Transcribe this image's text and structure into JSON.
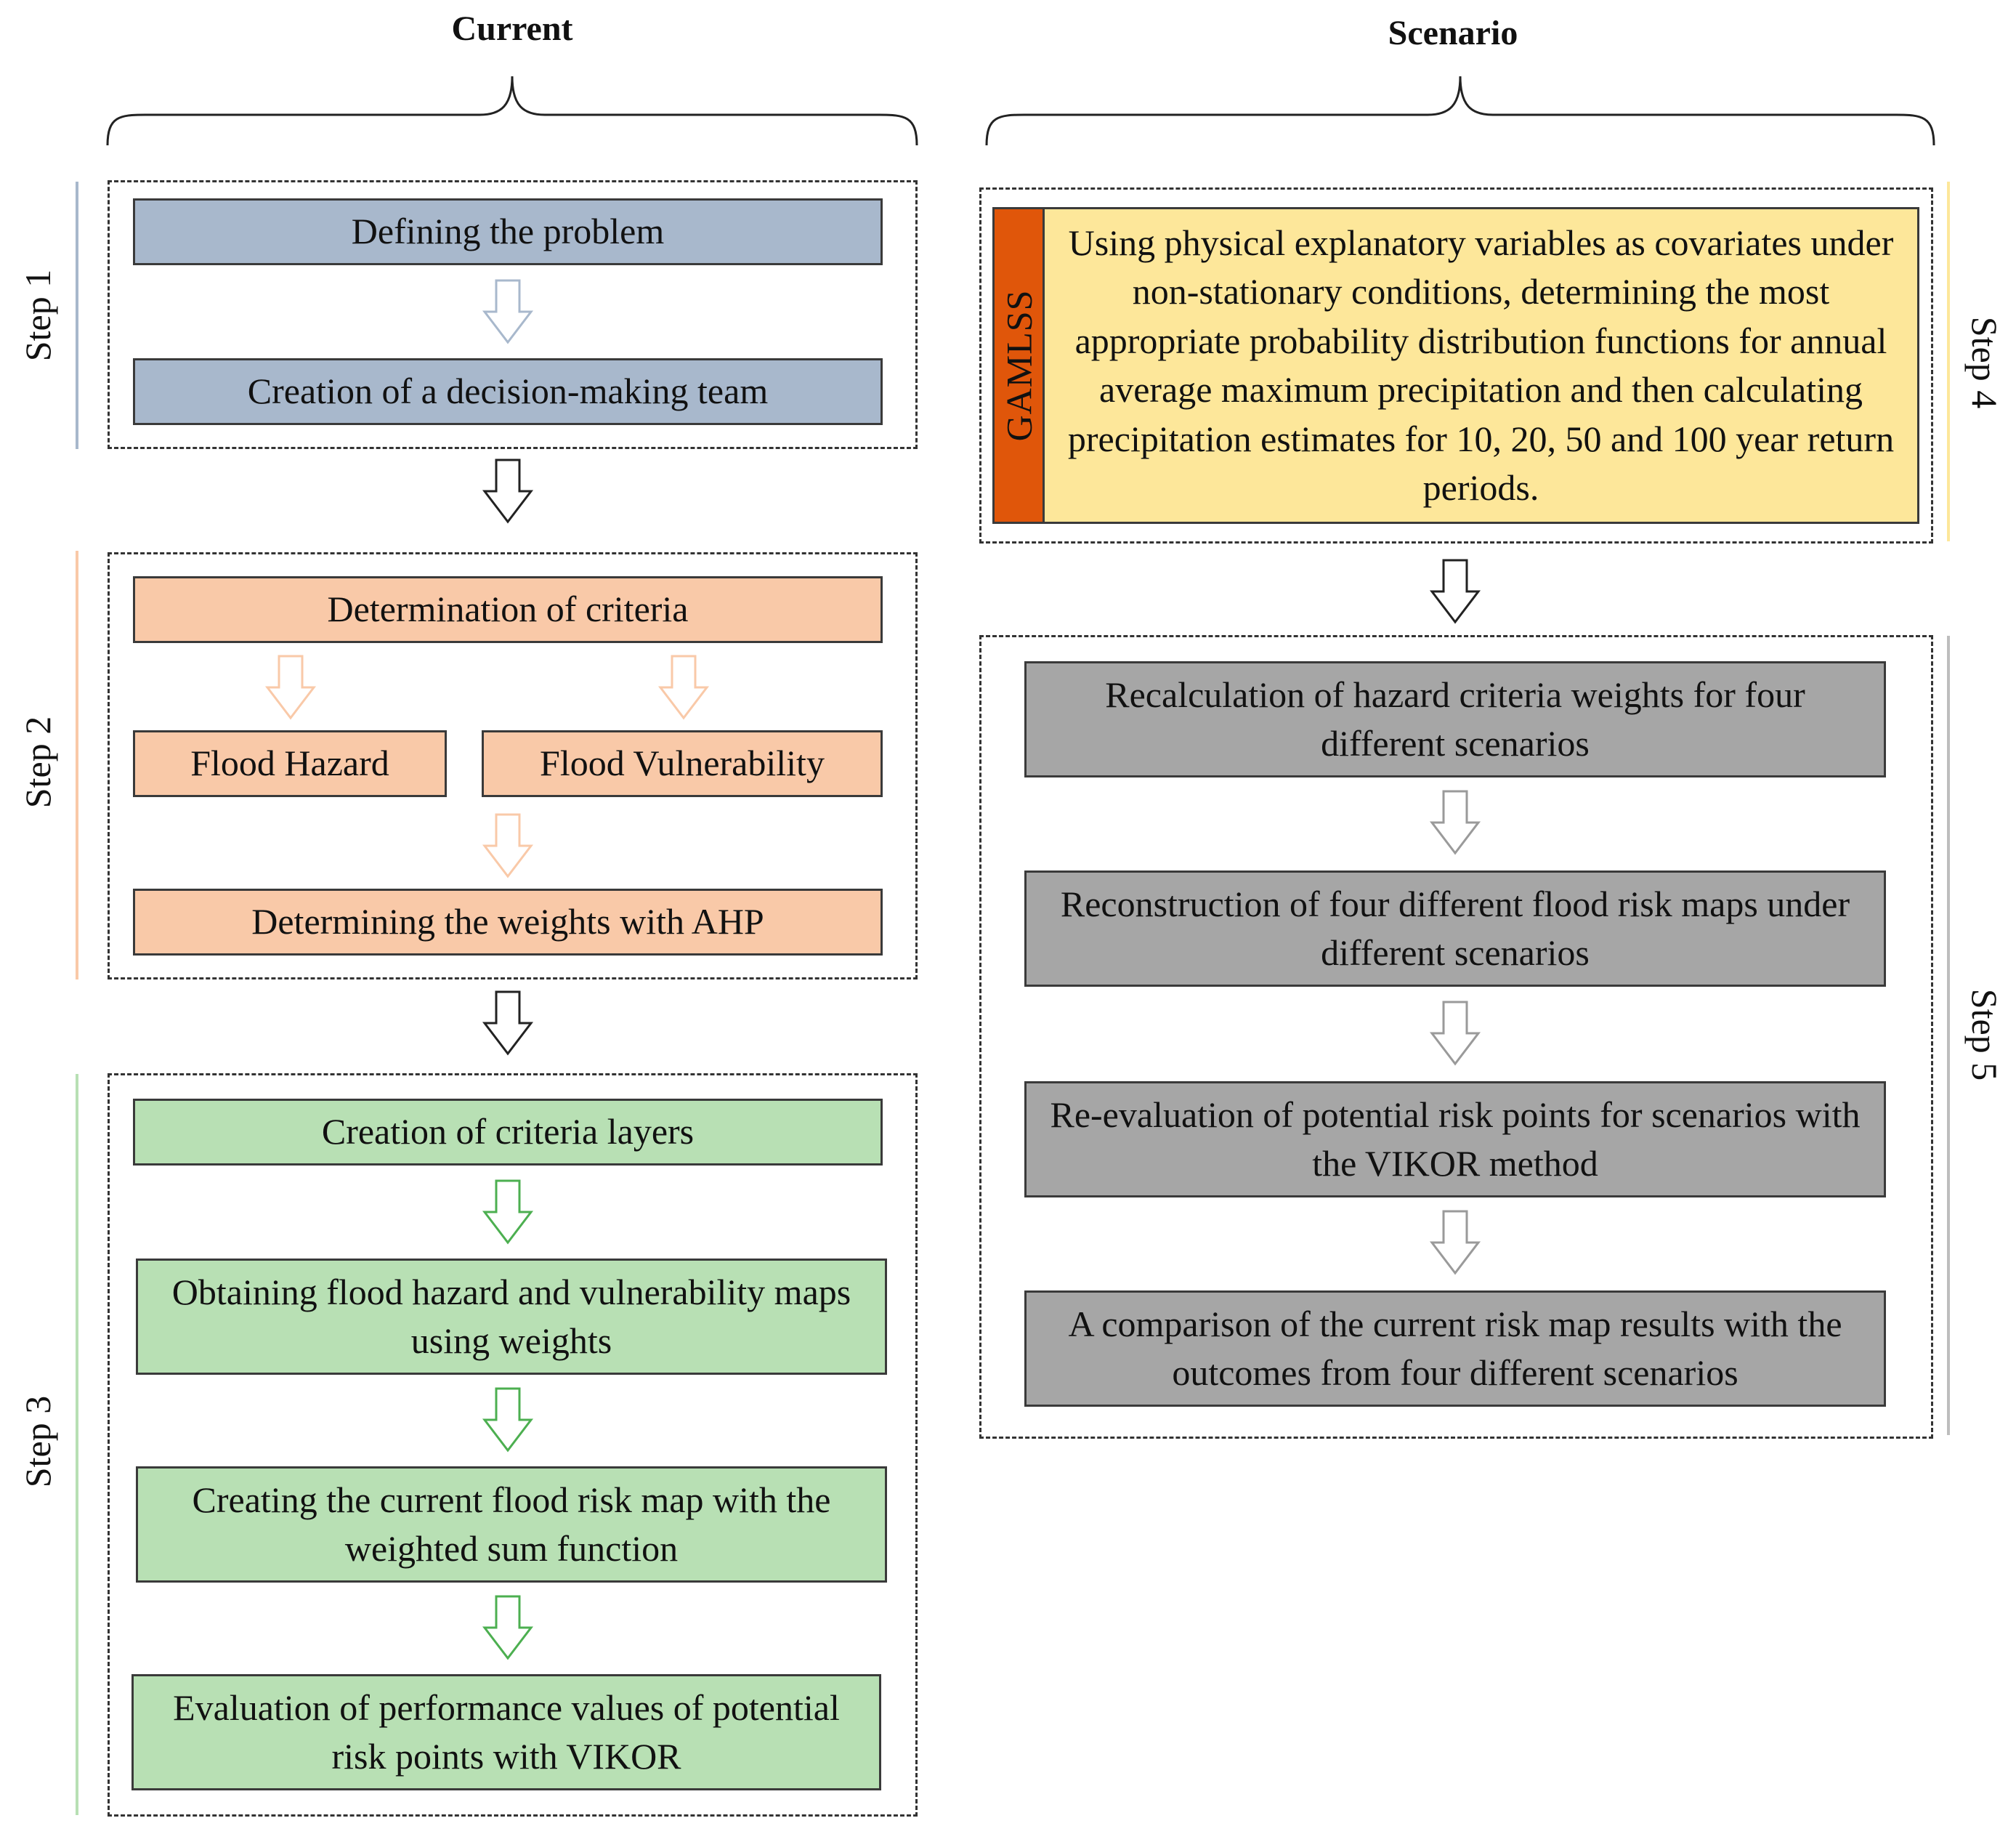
{
  "columns": {
    "left_title": "Current",
    "right_title": "Scenario"
  },
  "steps": {
    "step1": "Step 1",
    "step2": "Step 2",
    "step3": "Step 3",
    "step4": "Step 4",
    "step5": "Step 5"
  },
  "step1_boxes": {
    "define": "Defining the problem",
    "team": "Creation of a decision-making team"
  },
  "step2_boxes": {
    "criteria": "Determination of criteria",
    "hazard": "Flood Hazard",
    "vulnerability": "Flood Vulnerability",
    "weights": "Determining the weights with AHP"
  },
  "step3_boxes": {
    "layers": "Creation of criteria layers",
    "maps": "Obtaining flood hazard and vulnerability maps using weights",
    "risk_map": "Creating the current flood risk map with the weighted sum function",
    "vikor": "Evaluation of performance values of potential risk points with VIKOR"
  },
  "step4_box": {
    "tab": "GAMLSS",
    "text": "Using physical explanatory variables as covariates under non-stationary conditions, determining the most appropriate probability distribution functions for annual average maximum precipitation and then calculating precipitation estimates for 10, 20, 50 and 100 year return periods."
  },
  "step5_boxes": {
    "recalc": "Recalculation of hazard criteria weights for four different scenarios",
    "reconstruct": "Reconstruction of four different flood risk maps under different scenarios",
    "reeval": "Re-evaluation of potential risk points for scenarios with the VIKOR method",
    "compare": "A comparison of the current risk map results with the outcomes from four different scenarios"
  },
  "colors": {
    "step1": "#a8b8cc",
    "step2": "#f9c9a8",
    "step3": "#b8e0b4",
    "step4_tab": "#e0560a",
    "step4_body": "#fde79a",
    "step5": "#a6a6a6"
  }
}
